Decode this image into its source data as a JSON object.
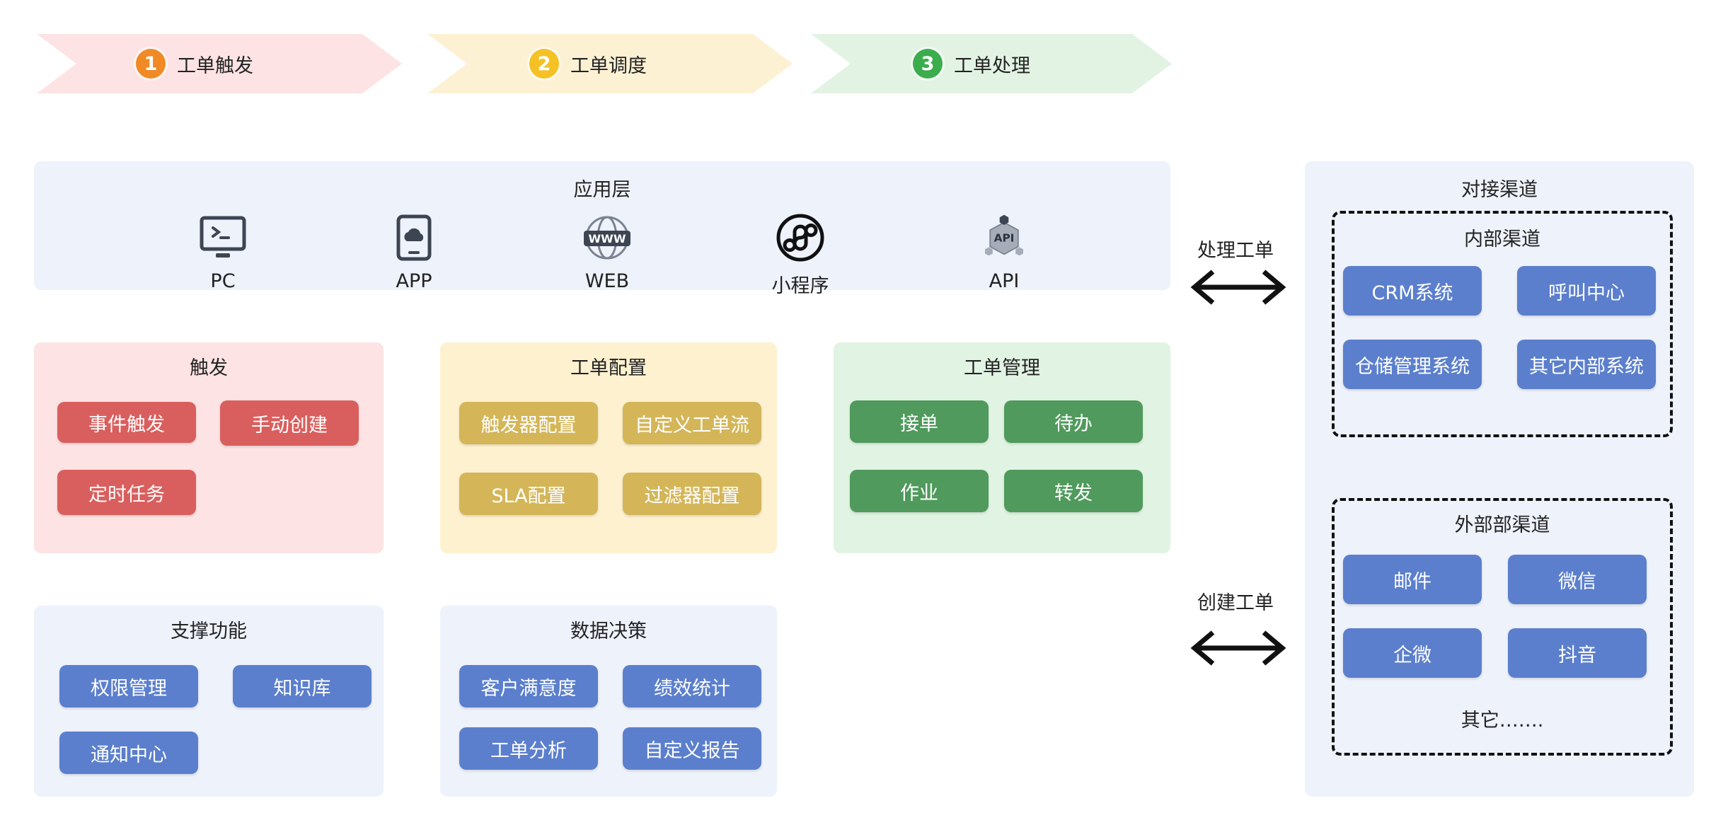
{
  "steps": [
    {
      "num": "1",
      "label": "工单触发",
      "fill": "#fde3e3",
      "badge": "#f08a24"
    },
    {
      "num": "2",
      "label": "工单调度",
      "fill": "#fdf1d4",
      "badge": "#f5c125"
    },
    {
      "num": "3",
      "label": "工单处理",
      "fill": "#e2f3e3",
      "badge": "#3cad4d"
    }
  ],
  "app_layer": {
    "title": "应用层",
    "items": [
      {
        "label": "PC",
        "icon": "terminal-monitor-icon"
      },
      {
        "label": "APP",
        "icon": "mobile-cloud-icon"
      },
      {
        "label": "WEB",
        "icon": "www-globe-icon"
      },
      {
        "label": "小程序",
        "icon": "mini-program-icon"
      },
      {
        "label": "API",
        "icon": "api-hex-icon"
      }
    ]
  },
  "trigger": {
    "title": "触发",
    "items": [
      "事件触发",
      "手动创建",
      "定时任务"
    ]
  },
  "config": {
    "title": "工单配置",
    "items": [
      "触发器配置",
      "自定义工单流",
      "SLA配置",
      "过滤器配置"
    ]
  },
  "manage": {
    "title": "工单管理",
    "items": [
      "接单",
      "待办",
      "作业",
      "转发"
    ]
  },
  "support": {
    "title": "支撑功能",
    "items": [
      "权限管理",
      "知识库",
      "通知中心"
    ]
  },
  "decision": {
    "title": "数据决策",
    "items": [
      "客户满意度",
      "绩效统计",
      "工单分析",
      "自定义报告"
    ]
  },
  "arrows": {
    "top_label": "处理工单",
    "bottom_label": "创建工单"
  },
  "channels": {
    "title": "对接渠道",
    "internal": {
      "title": "内部渠道",
      "items": [
        "CRM系统",
        "呼叫中心",
        "仓储管理系统",
        "其它内部系统"
      ]
    },
    "external": {
      "title": "外部部渠道",
      "items": [
        "邮件",
        "微信",
        "企微",
        "抖音"
      ],
      "more": "其它……."
    }
  },
  "colors": {
    "panel_blue": "#eef2fb",
    "panel_red": "#fde3e3",
    "panel_gold": "#fdf1d0",
    "panel_green": "#e1f3e3",
    "btn_red": "#d95f5e",
    "btn_gold": "#d4b659",
    "btn_green": "#4f9a5c",
    "btn_blue": "#5b7fcd"
  }
}
